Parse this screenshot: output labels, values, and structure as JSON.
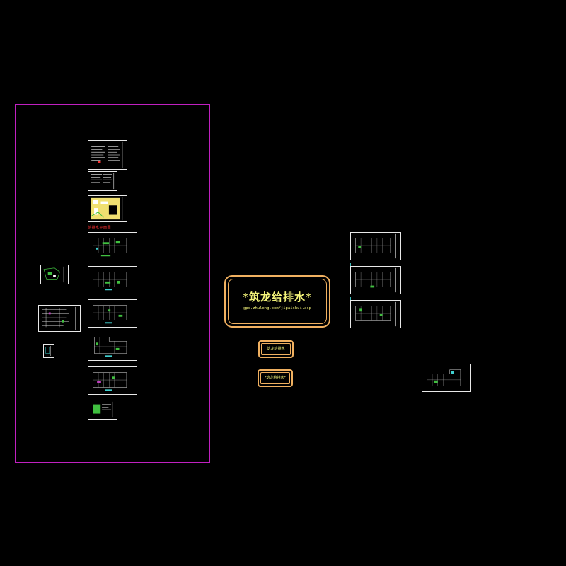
{
  "canvas": {
    "background": "#000000"
  },
  "frame": {
    "color": "#c020c0"
  },
  "left_group": {
    "red_label": "给排水平面图"
  },
  "logo": {
    "title": "*筑龙给排水*",
    "url": "gps.zhulong.com/jipaishui.asp",
    "color": "#f4f47a",
    "border_color": "#f0b060"
  },
  "buttons": [
    {
      "label": "筑龙给排水"
    },
    {
      "label": "*筑龙给排水*"
    }
  ],
  "sheets": {
    "left_column": [
      "design-notes-sheet",
      "material-list-sheet",
      "site-plan-sheet",
      "floor-plan-1",
      "floor-plan-2",
      "floor-plan-3",
      "floor-plan-4",
      "floor-plan-5",
      "system-diagram-sheet"
    ],
    "left_aside": [
      "detail-sheet-a",
      "detail-sheet-b",
      "detail-sheet-c"
    ],
    "right_column": [
      "roof-plan-1",
      "roof-plan-2",
      "roof-plan-3"
    ],
    "right_isolated": [
      "partial-plan-sheet"
    ]
  },
  "icons": {
    "sheet": "drawing-sheet-icon"
  }
}
